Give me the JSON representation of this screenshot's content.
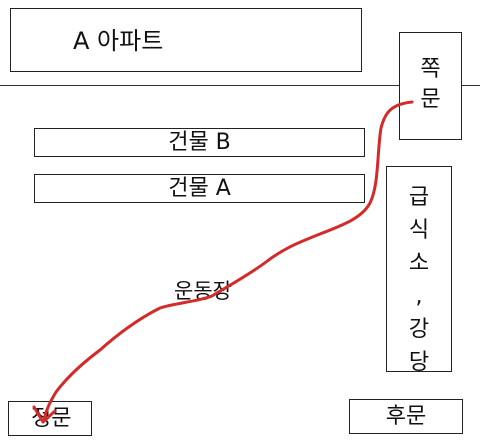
{
  "labels": {
    "apartment": "A 아파트",
    "building_b": "건물 B",
    "building_a": "건물 A",
    "north_gate": "쪽\n문",
    "cafeteria": "급\n식\n소\n,\n강\n당",
    "playground": "운동장",
    "main_gate": "정문",
    "back_gate": "후문"
  },
  "colors": {
    "route": "#d42a2a",
    "outline": "#222222"
  }
}
